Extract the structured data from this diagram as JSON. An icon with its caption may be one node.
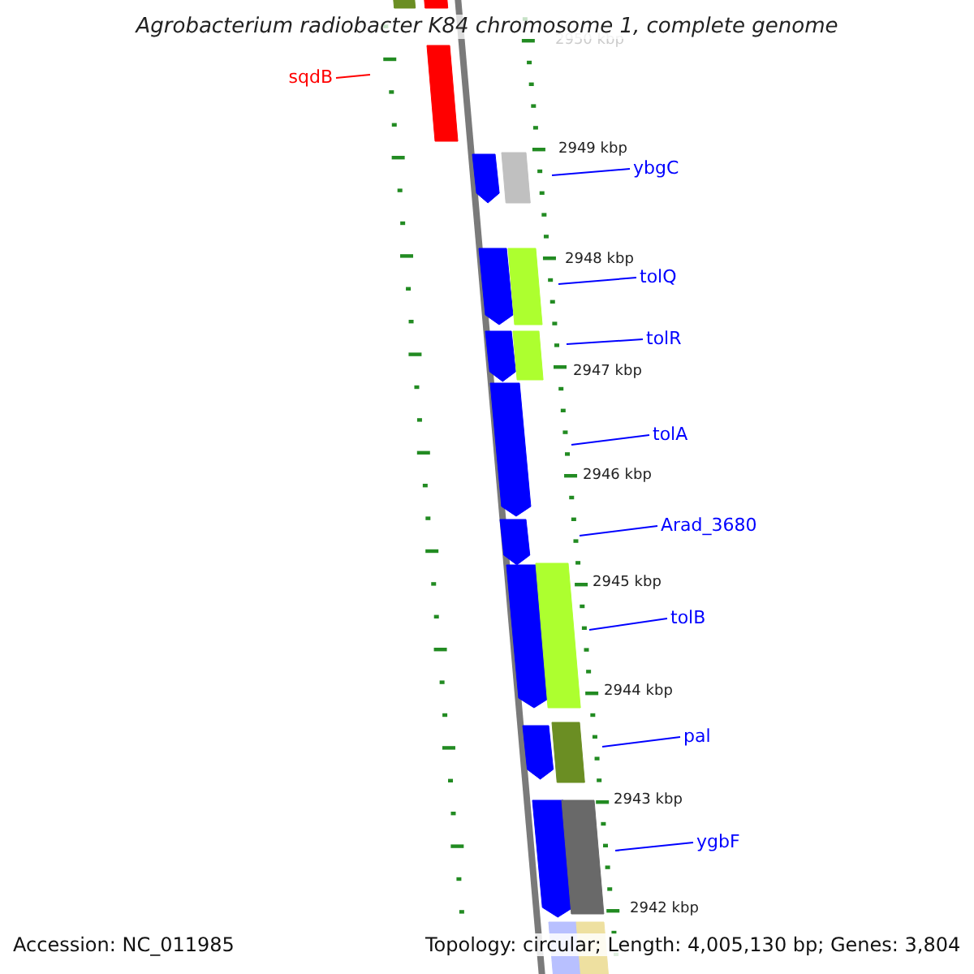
{
  "diagram": {
    "title": "Agrobacterium radiobacter K84 chromosome 1, complete genome",
    "nodes": [
      {
        "text": [
          "sqdB"
        ]
      },
      {
        "text": [
          "ybgC"
        ]
      },
      {
        "text": [
          "tolQ"
        ]
      },
      {
        "text": [
          "tolR"
        ]
      },
      {
        "text": [
          "tolA"
        ]
      },
      {
        "text": [
          "Arad_3680"
        ]
      },
      {
        "text": [
          "tolB"
        ]
      },
      {
        "text": [
          "pal"
        ]
      },
      {
        "text": [
          "ygbF"
        ]
      }
    ],
    "edges": [
      {
        "from": 0,
        "to": null,
        "arrow": "none",
        "color": "#ff0000"
      },
      {
        "from": 1,
        "to": null,
        "arrow": "none"
      },
      {
        "from": 2,
        "to": null,
        "arrow": "none"
      },
      {
        "from": 3,
        "to": null,
        "arrow": "none"
      },
      {
        "from": 4,
        "to": null,
        "arrow": "none"
      },
      {
        "from": 5,
        "to": null,
        "arrow": "none"
      },
      {
        "from": 6,
        "to": null,
        "arrow": "none"
      },
      {
        "from": 7,
        "to": null,
        "arrow": "none"
      },
      {
        "from": 8,
        "to": null,
        "arrow": "none"
      }
    ],
    "labels": [
      "2950 kbp",
      "2949 kbp",
      "2948 kbp",
      "2947 kbp",
      "2946 kbp",
      "2945 kbp",
      "2944 kbp",
      "2943 kbp",
      "2942 kbp",
      "Accession: NC_011985",
      "Topology: circular; Length: 4,005,130 bp; Genes: 3,804"
    ]
  }
}
